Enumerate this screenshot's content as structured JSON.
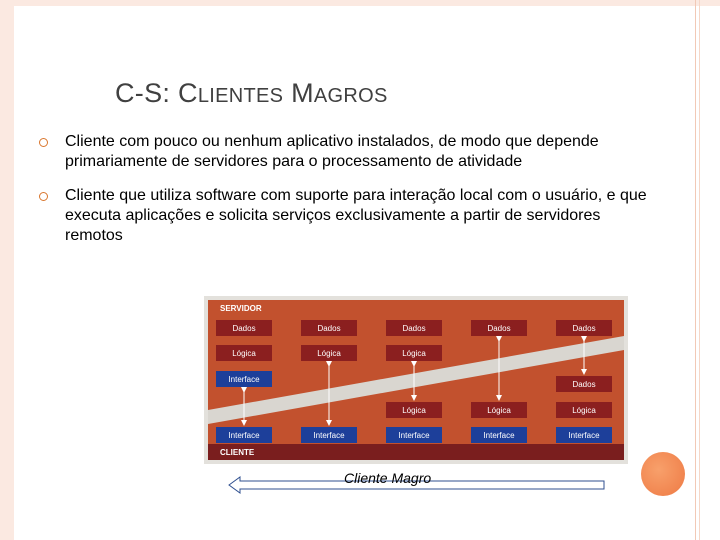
{
  "title": {
    "first": "C-S: C",
    "first_sc": "LIENTES",
    "second": " M",
    "second_sc": "AGROS"
  },
  "bullets": [
    "Cliente com pouco ou nenhum aplicativo instalados, de modo que depende primariamente de servidores para o processamento de atividade",
    "Cliente que utiliza software com suporte para interação local com o usuário, e que executa aplicações e solicita serviços exclusivamente a partir de servidores remotos"
  ],
  "diagram": {
    "server_label": "SERVIDOR",
    "client_label": "CLIENTE",
    "labels": {
      "dados": "Dados",
      "logica": "Lógica",
      "interface": "Interface"
    },
    "colors": {
      "server_bg": "#c2512e",
      "box_red": "#8b1f1f",
      "box_blue": "#1d3f9a",
      "band": "#d9d6d0",
      "client_bg": "#7a1e1e"
    }
  },
  "caption": "Cliente Magro",
  "colors": {
    "accent": "#ee7a44",
    "frame": "#fbe9e1"
  }
}
